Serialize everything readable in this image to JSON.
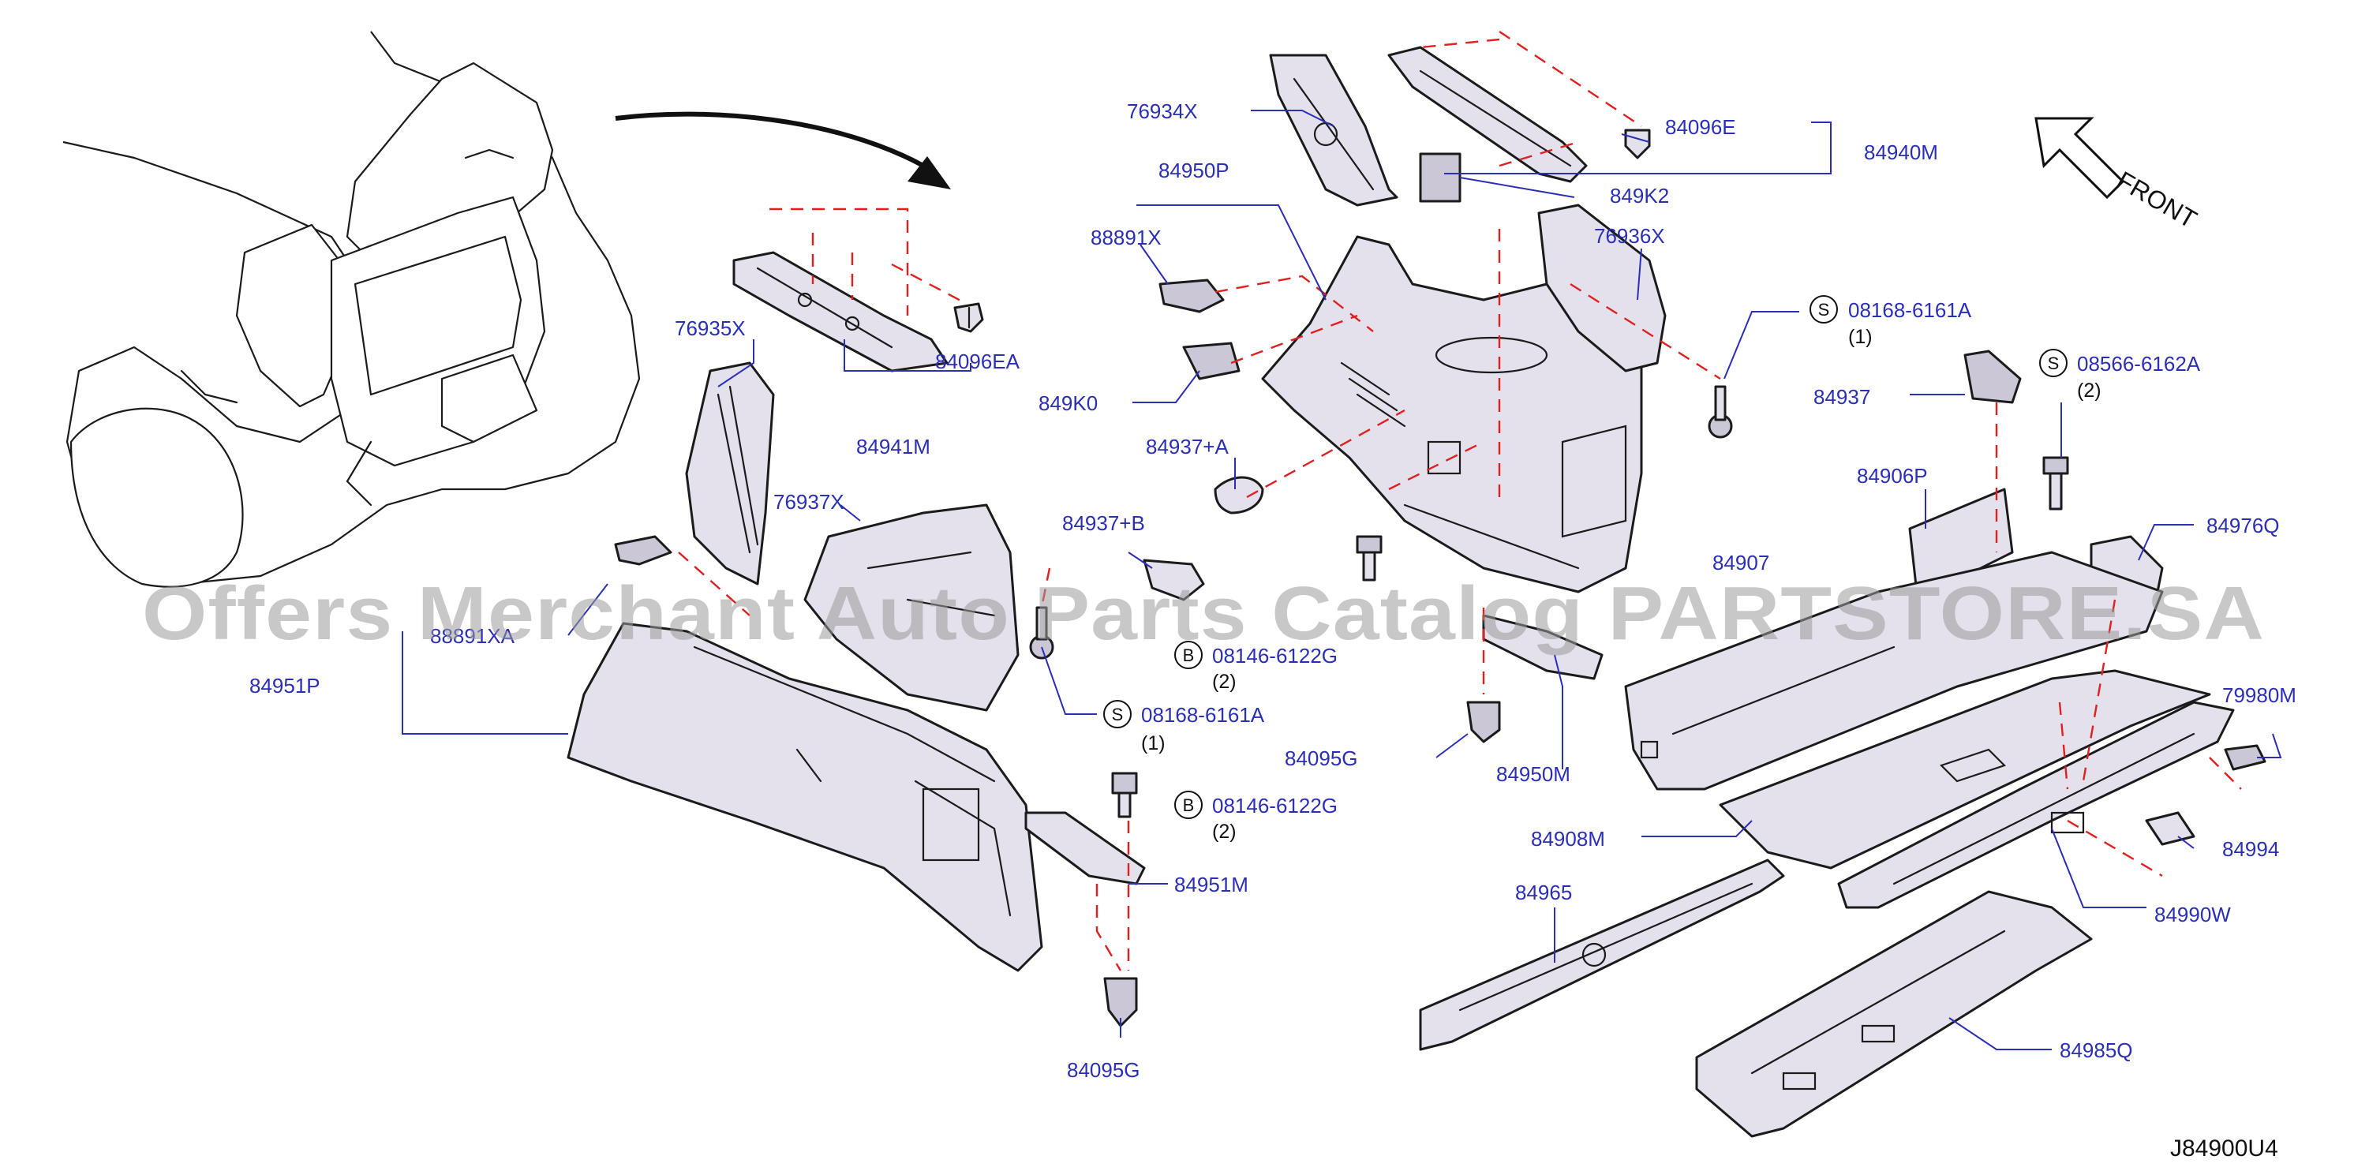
{
  "diagram_code": "J84900U4",
  "front_label": "FRONT",
  "watermark": "Offers Merchant Auto Parts Catalog PARTSTORE.SA",
  "labels": {
    "p76934x": "76934X",
    "p84950p": "84950P",
    "p88891x": "88891X",
    "p849k0": "849K0",
    "p84937a": "84937+A",
    "p84937b": "84937+B",
    "p84096e": "84096E",
    "p84940m": "84940M",
    "p849k2": "849K2",
    "p76936x": "76936X",
    "p08168b": "08168-6161A",
    "p84937": "84937",
    "p08566": "08566-6162A",
    "p84906p": "84906P",
    "p84976q": "84976Q",
    "p84907": "84907",
    "p79980m": "79980M",
    "p84994": "84994",
    "p84990w": "84990W",
    "p84908m": "84908M",
    "p84965": "84965",
    "p84985q": "84985Q",
    "p76935x": "76935X",
    "p84096ea": "84096EA",
    "p84941m": "84941M",
    "p76937x": "76937X",
    "p88891xa": "88891XA",
    "p84951p": "84951P",
    "p08168a": "08168-6161A",
    "p08146a": "08146-6122G",
    "p08146b": "08146-6122G",
    "p84951m": "84951M",
    "p84095ga": "84095G",
    "p84095gb": "84095G",
    "p84950m": "84950M"
  },
  "quantities": {
    "q08168a": "(1)",
    "q08168b": "(1)",
    "q08566": "(2)",
    "q08146a": "(2)",
    "q08146b": "(2)"
  },
  "symbols": {
    "s08168a": "S",
    "s08168b": "S",
    "s08566": "S",
    "s08146a": "B",
    "s08146b": "B"
  },
  "colors": {
    "leader": "#2a2fb5",
    "dash": "#e02020",
    "part_fill": "#e4e1ec"
  }
}
